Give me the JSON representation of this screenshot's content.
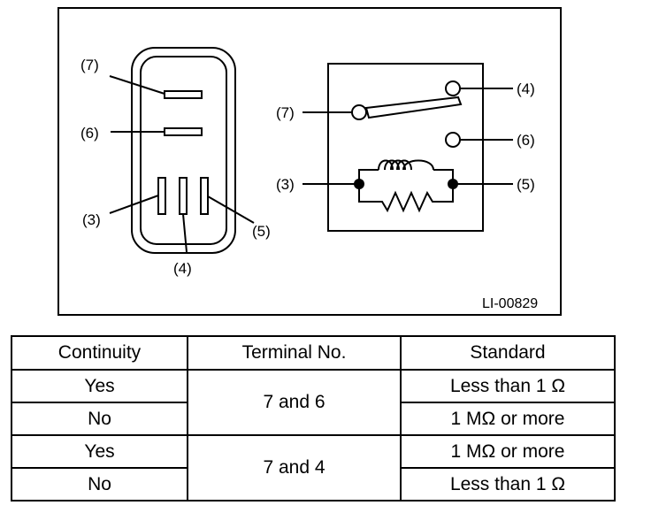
{
  "diagram": {
    "connector_labels": [
      "(7)",
      "(6)",
      "(3)",
      "(4)",
      "(5)"
    ],
    "schematic_labels": [
      "(4)",
      "(7)",
      "(6)",
      "(3)",
      "(5)"
    ],
    "figure_code": "LI-00829"
  },
  "table": {
    "headers": [
      "Continuity",
      "Terminal No.",
      "Standard"
    ],
    "rows": [
      {
        "continuity": "Yes",
        "terminal": "7 and 6",
        "standard": "Less than 1 Ω"
      },
      {
        "continuity": "No",
        "standard": "1 MΩ or more"
      },
      {
        "continuity": "Yes",
        "terminal": "7 and 4",
        "standard": "1 MΩ or more"
      },
      {
        "continuity": "No",
        "standard": "Less than 1 Ω"
      }
    ]
  }
}
